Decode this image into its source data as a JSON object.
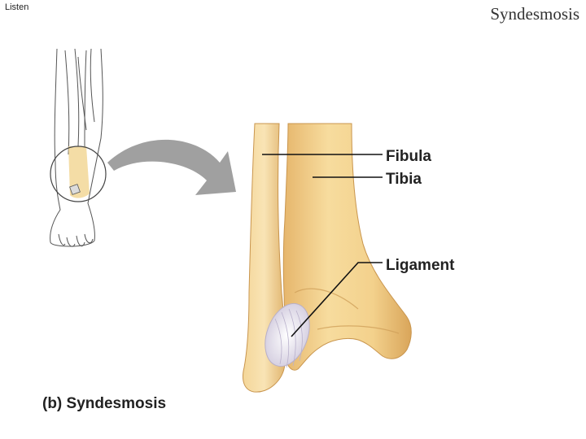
{
  "header": {
    "listen_label": "Listen",
    "title": "Syndesmosis"
  },
  "figure": {
    "labels": {
      "fibula": "Fibula",
      "tibia": "Tibia",
      "ligament": "Ligament"
    },
    "caption": "(b) Syndesmosis"
  },
  "colors": {
    "bone": "#f2d28e",
    "bone_shadow": "#d9a85c",
    "ligament": "#e6e2ee",
    "arrow": "#9a9a9a",
    "leader_line": "#111111"
  }
}
